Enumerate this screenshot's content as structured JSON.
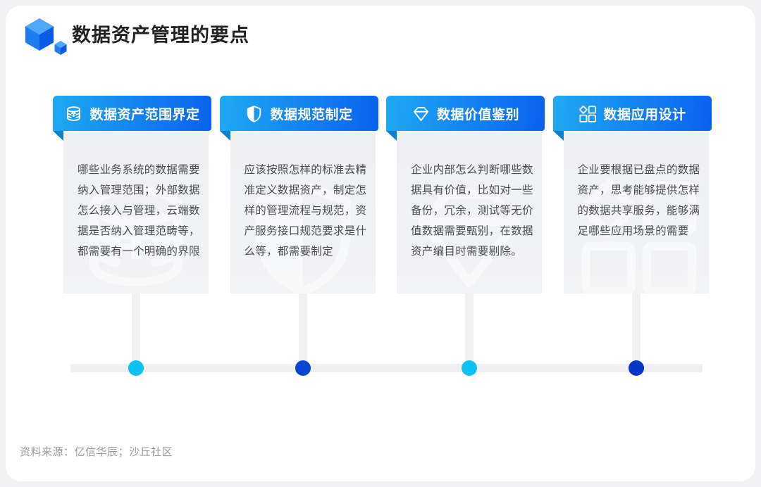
{
  "header": {
    "title": "数据资产管理的要点"
  },
  "cards": [
    {
      "title": "数据资产范围界定",
      "icon": "coins-icon",
      "body": "哪些业务系统的数据需要纳入管理范围；外部数据怎么接入与管理，云端数据是否纳入管理范畴等，都需要有一个明确的界限",
      "dot_color": "#0CC2F2",
      "dot_style": "background:#0CC2F2"
    },
    {
      "title": "数据规范制定",
      "icon": "shield-icon",
      "body": "应该按照怎样的标准去精准定义数据资产，制定怎样的管理流程与规范，资产服务接口规范要求是什么等，都需要制定",
      "dot_color": "#0A46D2",
      "dot_style": "background:#0A46D2"
    },
    {
      "title": "数据价值鉴别",
      "icon": "diamond-icon",
      "body": "企业内部怎么判断哪些数据具有价值，比如对一些备份，冗余，测试等无价值数据需要甄别，在数据资产编目时需要剔除。",
      "dot_color": "#0CC2F2",
      "dot_style": "background:#0CC2F2"
    },
    {
      "title": "数据应用设计",
      "icon": "grid-icon",
      "body": "企业要根据已盘点的数据资产，思考能够提供怎样的数据共享服务，能够满足哪些应用场景的需要",
      "dot_color": "#0637C8",
      "dot_style": "background:#0637C8"
    }
  ],
  "footer": {
    "source": "资料来源：亿信华辰；沙丘社区"
  },
  "colors": {
    "header_gradient_start": "#1FA9F3",
    "header_gradient_end": "#0A62EE",
    "header_fold": "#0E7FD0",
    "card_body_bg": "#F0F1F4",
    "timeline_gray": "#F0F0F2",
    "dot_cyan": "#0CC2F2",
    "dot_blue": "#0A46D2",
    "title_text": "#222222",
    "body_text": "#4B4D52"
  }
}
